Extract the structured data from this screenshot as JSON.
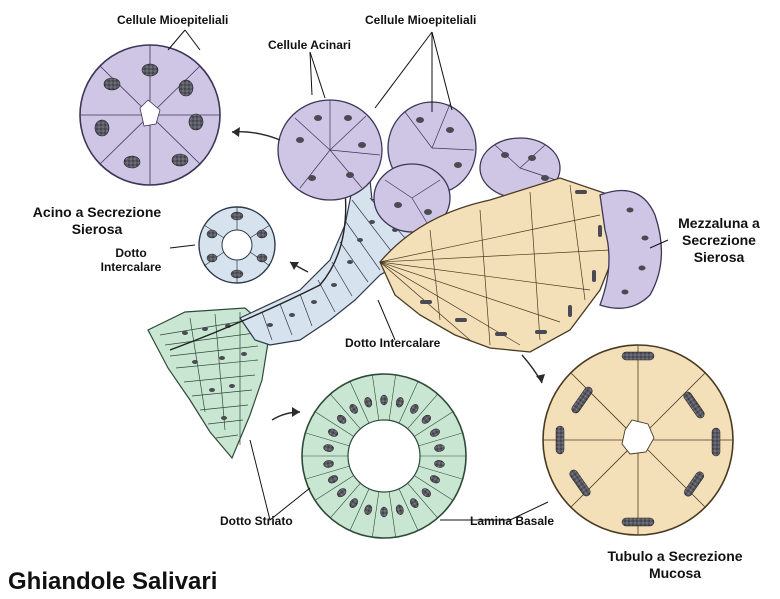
{
  "title": "Ghiandole Salivari",
  "labels": {
    "myoepithelial_left": "Cellule Mioepiteliali",
    "myoepithelial_right": "Cellule Mioepiteliali",
    "acinar_cells": "Cellule Acinari",
    "serous_acinus_line1": "Acino a Secrezione",
    "serous_acinus_line2": "Sierosa",
    "intercalated_duct_left_line1": "Dotto",
    "intercalated_duct_left_line2": "Intercalare",
    "intercalated_duct_center": "Dotto Intercalare",
    "serous_demilune_line1": "Mezzaluna a",
    "serous_demilune_line2": "Secrezione",
    "serous_demilune_line3": "Sierosa",
    "striated_duct": "Dotto Striato",
    "basal_lamina": "Lamina Basale",
    "mucous_tubule_line1": "Tubulo a Secrezione",
    "mucous_tubule_line2": "Mucosa"
  },
  "colors": {
    "serous": "#cfc6e6",
    "serous_stroke": "#3d3656",
    "mucous": "#f3dfb8",
    "mucous_stroke": "#4a3a22",
    "intercalated": "#d6e2ee",
    "striated": "#c9e6d2",
    "nucleus": "#4a4a52"
  }
}
